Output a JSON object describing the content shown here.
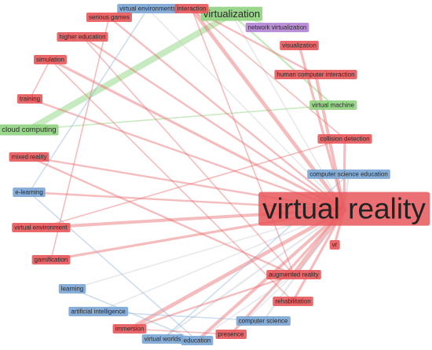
{
  "colors": {
    "red": "#e8575a",
    "blue": "#7aa6d6",
    "green": "#8fd37f",
    "purple": "#b483d6",
    "edge_red": "#e86a6d",
    "edge_blue": "#8fb3dc",
    "edge_green": "#9bd88c",
    "edge_gray": "#c9cdd3"
  },
  "nodes": [
    {
      "id": "virtual-reality",
      "label": "virtual reality",
      "cluster": "red"
    },
    {
      "id": "virtualization",
      "label": "virtualization",
      "cluster": "green"
    },
    {
      "id": "cloud-computing",
      "label": "cloud computing",
      "cluster": "green"
    },
    {
      "id": "virtual-machine",
      "label": "virtual machine",
      "cluster": "green"
    },
    {
      "id": "network-virtualization",
      "label": "network virtualization",
      "cluster": "purple"
    },
    {
      "id": "virtual-environments",
      "label": "virtual environments",
      "cluster": "blue"
    },
    {
      "id": "interaction",
      "label": "interaction",
      "cluster": "red"
    },
    {
      "id": "serious-games",
      "label": "serious games",
      "cluster": "red"
    },
    {
      "id": "higher-education",
      "label": "higher education",
      "cluster": "red"
    },
    {
      "id": "simulation",
      "label": "simulation",
      "cluster": "red"
    },
    {
      "id": "training",
      "label": "training",
      "cluster": "red"
    },
    {
      "id": "visualization",
      "label": "visualization",
      "cluster": "red"
    },
    {
      "id": "human-computer-interaction",
      "label": "human computer interaction",
      "cluster": "red"
    },
    {
      "id": "collision-detection",
      "label": "collision detection",
      "cluster": "red"
    },
    {
      "id": "computer-science-education",
      "label": "computer science education",
      "cluster": "blue"
    },
    {
      "id": "mixed-reality",
      "label": "mixed reality",
      "cluster": "red"
    },
    {
      "id": "e-learning",
      "label": "e-learning",
      "cluster": "blue"
    },
    {
      "id": "virtual-environment",
      "label": "virtual environment",
      "cluster": "red"
    },
    {
      "id": "gamification",
      "label": "gamification",
      "cluster": "red"
    },
    {
      "id": "vr",
      "label": "vr",
      "cluster": "red"
    },
    {
      "id": "augmented-reality",
      "label": "augmented reality",
      "cluster": "red"
    },
    {
      "id": "learning",
      "label": "learning",
      "cluster": "blue"
    },
    {
      "id": "rehabilitation",
      "label": "rehabilitation",
      "cluster": "red"
    },
    {
      "id": "artificial-intelligence",
      "label": "artificial intelligence",
      "cluster": "blue"
    },
    {
      "id": "computer-science",
      "label": "computer science",
      "cluster": "blue"
    },
    {
      "id": "immersion",
      "label": "immersion",
      "cluster": "red"
    },
    {
      "id": "presence",
      "label": "presence",
      "cluster": "red"
    },
    {
      "id": "virtual-worlds",
      "label": "virtual worlds",
      "cluster": "blue"
    },
    {
      "id": "education",
      "label": "education",
      "cluster": "blue"
    }
  ],
  "links": [
    {
      "source": "virtualization",
      "target": "cloud-computing",
      "strength": 5,
      "cluster": "green"
    },
    {
      "source": "virtualization",
      "target": "virtual-machine",
      "strength": 1.5,
      "cluster": "green"
    },
    {
      "source": "virtualization",
      "target": "network-virtualization",
      "strength": 1,
      "cluster": "green"
    },
    {
      "source": "cloud-computing",
      "target": "virtual-machine",
      "strength": 1,
      "cluster": "green"
    },
    {
      "source": "virtualization",
      "target": "virtual-reality",
      "strength": 1,
      "cluster": "gray"
    },
    {
      "source": "interaction",
      "target": "virtual-reality",
      "strength": 3,
      "cluster": "red"
    },
    {
      "source": "serious-games",
      "target": "virtual-reality",
      "strength": 1.5,
      "cluster": "red"
    },
    {
      "source": "higher-education",
      "target": "virtual-reality",
      "strength": 1.5,
      "cluster": "red"
    },
    {
      "source": "simulation",
      "target": "virtual-reality",
      "strength": 2,
      "cluster": "red"
    },
    {
      "source": "training",
      "target": "virtual-reality",
      "strength": 1.5,
      "cluster": "red"
    },
    {
      "source": "visualization",
      "target": "virtual-reality",
      "strength": 2,
      "cluster": "red"
    },
    {
      "source": "human-computer-interaction",
      "target": "virtual-reality",
      "strength": 2.5,
      "cluster": "red"
    },
    {
      "source": "collision-detection",
      "target": "virtual-reality",
      "strength": 2,
      "cluster": "red"
    },
    {
      "source": "computer-science-education",
      "target": "virtual-reality",
      "strength": 1.5,
      "cluster": "gray"
    },
    {
      "source": "mixed-reality",
      "target": "virtual-reality",
      "strength": 1.5,
      "cluster": "red"
    },
    {
      "source": "e-learning",
      "target": "virtual-reality",
      "strength": 1.5,
      "cluster": "red"
    },
    {
      "source": "virtual-environment",
      "target": "virtual-reality",
      "strength": 2.5,
      "cluster": "red"
    },
    {
      "source": "gamification",
      "target": "virtual-reality",
      "strength": 2,
      "cluster": "red"
    },
    {
      "source": "vr",
      "target": "virtual-reality",
      "strength": 2,
      "cluster": "red"
    },
    {
      "source": "augmented-reality",
      "target": "virtual-reality",
      "strength": 4,
      "cluster": "red"
    },
    {
      "source": "rehabilitation",
      "target": "virtual-reality",
      "strength": 2,
      "cluster": "red"
    },
    {
      "source": "immersion",
      "target": "virtual-reality",
      "strength": 3,
      "cluster": "red"
    },
    {
      "source": "presence",
      "target": "virtual-reality",
      "strength": 2,
      "cluster": "red"
    },
    {
      "source": "education",
      "target": "virtual-reality",
      "strength": 2.5,
      "cluster": "red"
    },
    {
      "source": "virtual-worlds",
      "target": "virtual-reality",
      "strength": 1.5,
      "cluster": "gray"
    },
    {
      "source": "computer-science",
      "target": "virtual-reality",
      "strength": 1.5,
      "cluster": "gray"
    },
    {
      "source": "artificial-intelligence",
      "target": "virtual-reality",
      "strength": 1,
      "cluster": "gray"
    },
    {
      "source": "learning",
      "target": "virtual-reality",
      "strength": 1,
      "cluster": "gray"
    },
    {
      "source": "virtual-environments",
      "target": "virtual-reality",
      "strength": 1,
      "cluster": "gray"
    },
    {
      "source": "virtual-environments",
      "target": "e-learning",
      "strength": 1,
      "cluster": "blue"
    },
    {
      "source": "e-learning",
      "target": "education",
      "strength": 1,
      "cluster": "blue"
    },
    {
      "source": "learning",
      "target": "education",
      "strength": 1,
      "cluster": "blue"
    },
    {
      "source": "artificial-intelligence",
      "target": "computer-science",
      "strength": 1,
      "cluster": "blue"
    },
    {
      "source": "virtual-worlds",
      "target": "computer-science-education",
      "strength": 1,
      "cluster": "blue"
    },
    {
      "source": "interaction",
      "target": "human-computer-interaction",
      "strength": 1.5,
      "cluster": "red"
    },
    {
      "source": "interaction",
      "target": "collision-detection",
      "strength": 1,
      "cluster": "red"
    },
    {
      "source": "interaction",
      "target": "augmented-reality",
      "strength": 1,
      "cluster": "red"
    },
    {
      "source": "serious-games",
      "target": "gamification",
      "strength": 1,
      "cluster": "red"
    },
    {
      "source": "higher-education",
      "target": "augmented-reality",
      "strength": 1,
      "cluster": "red"
    },
    {
      "source": "simulation",
      "target": "rehabilitation",
      "strength": 1,
      "cluster": "red"
    },
    {
      "source": "mixed-reality",
      "target": "augmented-reality",
      "strength": 1.5,
      "cluster": "red"
    },
    {
      "source": "virtual-environment",
      "target": "collision-detection",
      "strength": 1,
      "cluster": "red"
    },
    {
      "source": "augmented-reality",
      "target": "immersion",
      "strength": 1.5,
      "cluster": "red"
    },
    {
      "source": "augmented-reality",
      "target": "presence",
      "strength": 1,
      "cluster": "gray"
    },
    {
      "source": "augmented-reality",
      "target": "education",
      "strength": 1,
      "cluster": "gray"
    },
    {
      "source": "immersion",
      "target": "presence",
      "strength": 1,
      "cluster": "red"
    },
    {
      "source": "training",
      "target": "simulation",
      "strength": 1,
      "cluster": "red"
    }
  ]
}
